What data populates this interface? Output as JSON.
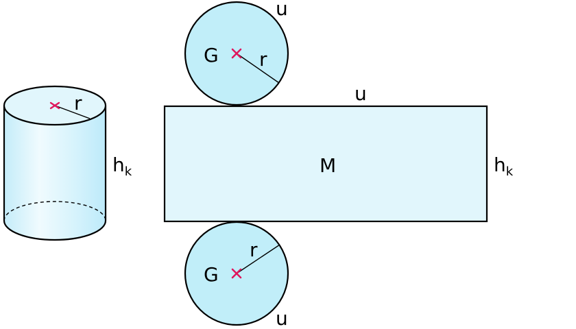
{
  "labels": {
    "cylinder_radius": "r",
    "cylinder_height": "h",
    "cylinder_height_sub": "k",
    "top_base_area": "G",
    "top_radius": "r",
    "top_circumference": "u",
    "rect_top_length": "u",
    "lateral_surface": "M",
    "rect_height": "h",
    "rect_height_sub": "k",
    "bottom_base_area": "G",
    "bottom_radius": "r",
    "bottom_circumference": "u"
  },
  "colors": {
    "fill_light": "#e1f6fc",
    "fill_circle": "#c1eef9",
    "cylinder_gradient_light": "#f0fbfe",
    "cylinder_gradient_dark": "#bdeafa",
    "stroke": "#000000",
    "center_mark": "#e0175d"
  }
}
